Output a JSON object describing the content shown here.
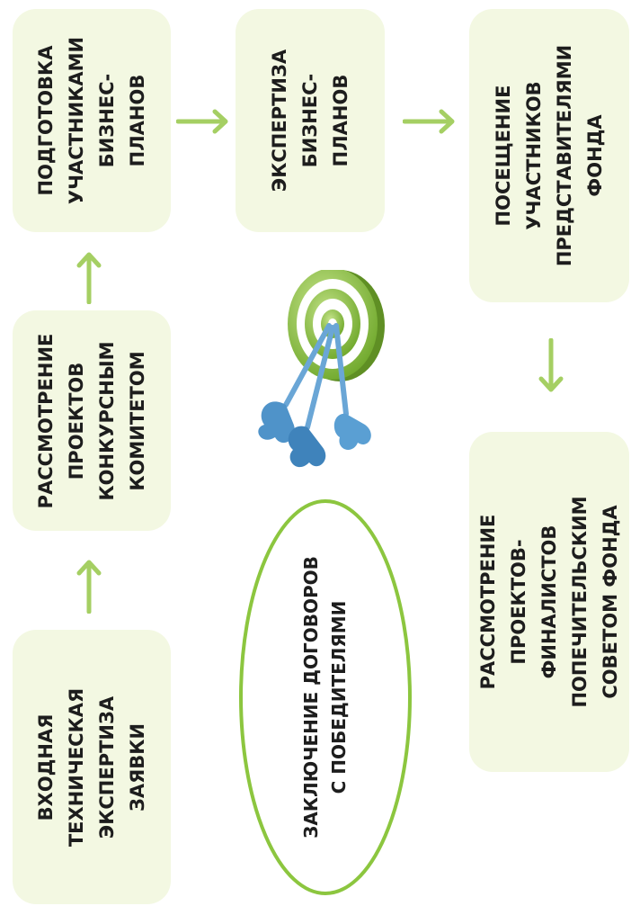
{
  "boxes": {
    "intake_review": "ВХОДНАЯ\nТЕХНИЧЕСКАЯ\nЭКСПЕРТИЗА ЗАЯВКИ",
    "committee_review": "РАССМОТРЕНИЕ\nПРОЕКТОВ\nКОНКУРСНЫМ\nКОМИТЕТОМ",
    "business_plan_prep": "ПОДГОТОВКА\nУЧАСТНИКАМИ\nБИЗНЕС-\nПЛАНОВ",
    "business_plan_expertise": "ЭКСПЕРТИЗА\nБИЗНЕС-\nПЛАНОВ",
    "fund_visit": "ПОСЕЩЕНИЕ\nУЧАСТНИКОВ\nПРЕДСТАВИТЕЛЯМИ\nФОНДА",
    "board_review": "РАССМОТРЕНИЕ\nПРОЕКТОВ-ФИНАЛИСТОВ\nПОПЕЧИТЕЛЬСКИМ\nСОВЕТОМ ФОНДА",
    "contract_signing": "ЗАКЛЮЧЕНИЕ ДОГОВОРОВ\nС ПОБЕДИТЕЛЯМИ"
  },
  "colors": {
    "box_fill": "#f3f8e2",
    "arrow": "#a5cf63",
    "ellipse_stroke": "#8cc63f",
    "target_green": "#8cc63f",
    "dart_blue": "#4f93c9"
  },
  "icons": {
    "target": "dartboard-with-darts-icon"
  }
}
